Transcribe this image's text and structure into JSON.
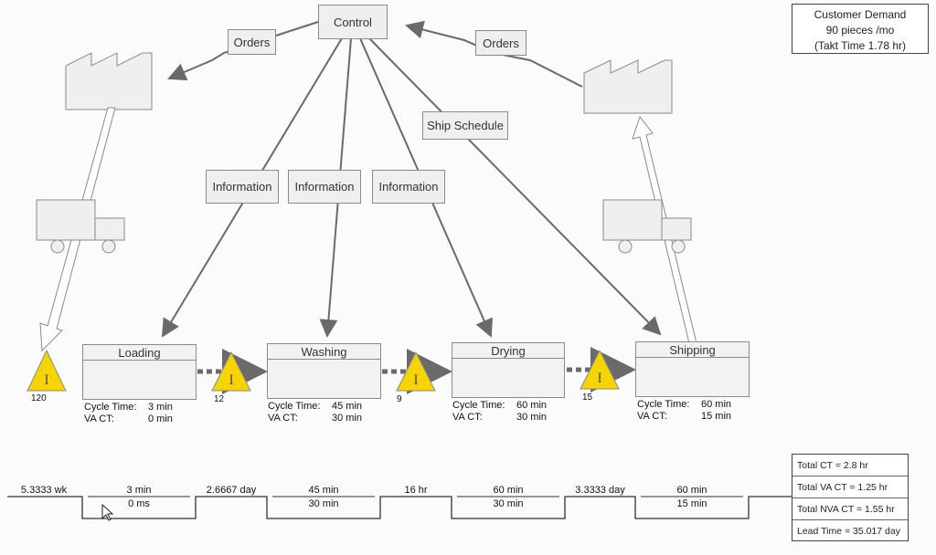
{
  "control_label": "Control",
  "orders_left_label": "Orders",
  "orders_right_label": "Orders",
  "ship_schedule_label": "Ship Schedule",
  "information_labels": [
    "Information",
    "Information",
    "Information"
  ],
  "customer_demand": {
    "line1": "Customer Demand",
    "line2": "90 pieces /mo",
    "line3": "(Takt Time 1.78 hr)"
  },
  "processes": [
    {
      "name": "Loading",
      "cycle_time_label": "Cycle Time:",
      "cycle_time": "3 min",
      "va_ct_label": "VA CT:",
      "va_ct": "0 min"
    },
    {
      "name": "Washing",
      "cycle_time_label": "Cycle Time:",
      "cycle_time": "45 min",
      "va_ct_label": "VA CT:",
      "va_ct": "30 min"
    },
    {
      "name": "Drying",
      "cycle_time_label": "Cycle Time:",
      "cycle_time": "60 min",
      "va_ct_label": "VA CT:",
      "va_ct": "30 min"
    },
    {
      "name": "Shipping",
      "cycle_time_label": "Cycle Time:",
      "cycle_time": "60 min",
      "va_ct_label": "VA CT:",
      "va_ct": "15 min"
    }
  ],
  "inventory": [
    {
      "symbol": "I",
      "count": "120"
    },
    {
      "symbol": "I",
      "count": "12"
    },
    {
      "symbol": "I",
      "count": "9"
    },
    {
      "symbol": "I",
      "count": "15"
    }
  ],
  "timeline": {
    "wait_times": [
      "5.3333 wk",
      "2.6667 day",
      "16 hr",
      "3.3333 day"
    ],
    "process_times": [
      {
        "ct": "3 min",
        "va": "0 ms"
      },
      {
        "ct": "45 min",
        "va": "30 min"
      },
      {
        "ct": "60 min",
        "va": "30 min"
      },
      {
        "ct": "60 min",
        "va": "15 min"
      }
    ]
  },
  "summary": {
    "total_ct": "Total CT = 2.8 hr",
    "total_va_ct": "Total VA CT = 1.25 hr",
    "total_nva_ct": "Total NVA CT = 1.55 hr",
    "lead_time": "Lead Time = 35.017 day"
  },
  "colors": {
    "inventory_fill": "#f5d400",
    "shape_fill": "#efefef",
    "arrow": "#6a6a6a"
  }
}
